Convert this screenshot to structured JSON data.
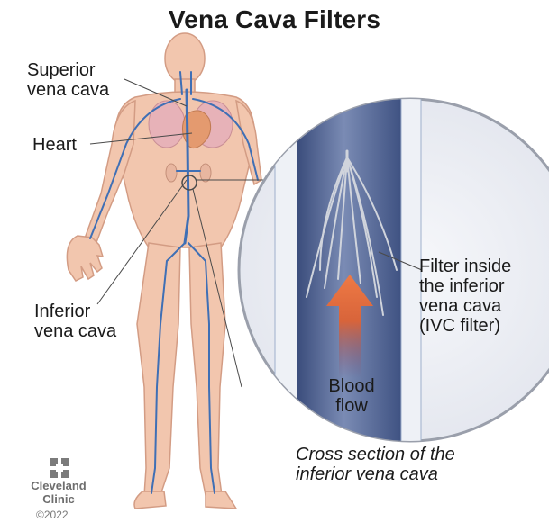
{
  "title": "Vena Cava Filters",
  "labels": {
    "superior": [
      "Superior",
      "vena cava"
    ],
    "heart": "Heart",
    "inferior": [
      "Inferior",
      "vena cava"
    ],
    "filter": [
      "Filter inside",
      "the inferior",
      "vena cava",
      "(IVC filter)"
    ],
    "blood_flow": [
      "Blood",
      "flow"
    ]
  },
  "caption": [
    "Cross section of the",
    "inferior vena cava"
  ],
  "logo": {
    "name_line1": "Cleveland",
    "name_line2": "Clinic",
    "copyright": "©2022"
  },
  "colors": {
    "skin": "#f2c6ae",
    "skin_edge": "#d9a38a",
    "vein": "#3f6fb5",
    "vessel": "#5b6f9a",
    "arrow": "#e06a3b",
    "filter_wire": "#c9ccd3"
  }
}
